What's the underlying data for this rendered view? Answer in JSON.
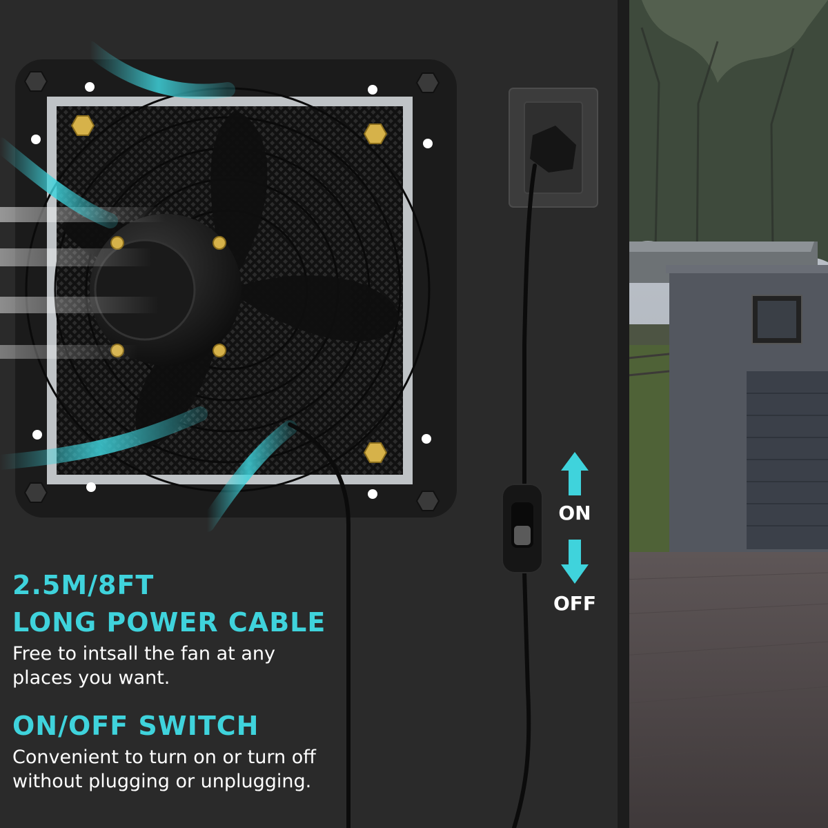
{
  "image": {
    "kind": "product-infographic",
    "subject": "wall-mounted exhaust fan with power cable and inline on/off switch"
  },
  "colors": {
    "accent": "#3fd3dc",
    "wall": "#2a2a2a",
    "text": "#ffffff"
  },
  "features": [
    {
      "title_line1": "2.5M/8FT",
      "title_line2": "LONG POWER CABLE",
      "description": "Free to intsall the fan at any places you want."
    },
    {
      "title": "ON/OFF SWITCH",
      "description": "Convenient to turn on or turn off without plugging or unplugging."
    }
  ],
  "switch_labels": {
    "on": "ON",
    "off": "OFF"
  },
  "icons": [
    "arrow-up-icon",
    "arrow-down-icon"
  ]
}
